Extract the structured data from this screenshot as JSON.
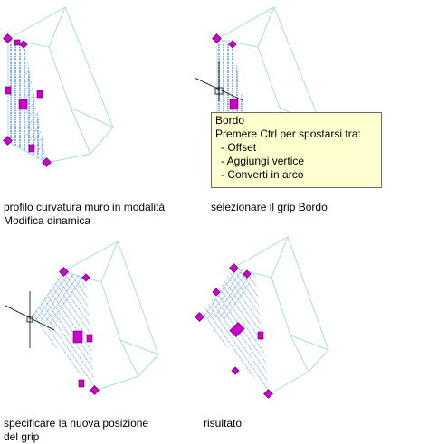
{
  "captions": {
    "step1": "profilo curvatura muro in modalità\nModifica dinamica",
    "step2": "selezionare il grip Bordo",
    "step3": "specificare la nuova posizione\ndel grip",
    "step4": "risultato"
  },
  "tooltip": {
    "title": "Bordo",
    "hint": "Premere Ctrl per spostarsi tra:",
    "options": [
      "- Offset",
      "- Aggiungi vertice",
      "- Converti in arco"
    ]
  },
  "colors": {
    "outline": "#a9ded8",
    "hatch": "#6d9fe6",
    "grip": "#cc00cc",
    "grip_edge": "#5a005a",
    "tooltip_bg": "#ffffd0",
    "crosshair": "#000000"
  }
}
